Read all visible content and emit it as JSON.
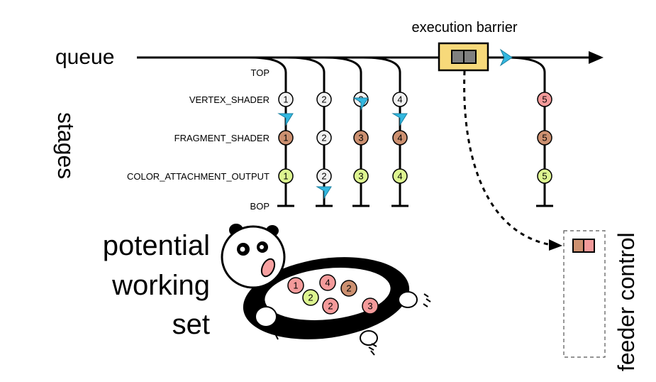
{
  "queue_label": "queue",
  "stages_label": "stages",
  "barrier_label": "execution barrier",
  "feeder_label": "feeder control",
  "working_set": [
    "potential",
    "working",
    "set"
  ],
  "stage_names": [
    "TOP",
    "VERTEX_SHADER",
    "FRAGMENT_SHADER",
    "COLOR_ATTACHMENT_OUTPUT",
    "BOP"
  ],
  "colors": {
    "white": "#f2f2f2",
    "brown": "#cc9070",
    "green": "#ddf590",
    "pink": "#f39a9a",
    "barrier_fill": "#f7d97a",
    "barrier_inner": "#808080",
    "arrow_blue": "#33b8e0",
    "panda_cheek": "#f7a0a0"
  },
  "commands": [
    {
      "id": "1",
      "nodes": [
        "1",
        "1",
        "1"
      ],
      "colors": [
        "white",
        "brown",
        "green"
      ],
      "wait": "VERTEX_SHADER"
    },
    {
      "id": "2",
      "nodes": [
        "2",
        "2",
        "2"
      ],
      "colors": [
        "white",
        "white",
        "white"
      ],
      "wait": "BOP"
    },
    {
      "id": "3",
      "nodes": [
        "3",
        "3",
        "3"
      ],
      "colors": [
        "white",
        "brown",
        "green"
      ],
      "wait": "TOP"
    },
    {
      "id": "4",
      "nodes": [
        "4",
        "4",
        "4"
      ],
      "colors": [
        "white",
        "brown",
        "green"
      ],
      "wait": "VERTEX_SHADER"
    },
    {
      "id": "5",
      "nodes": [
        "5",
        "5",
        "5"
      ],
      "colors": [
        "pink",
        "brown",
        "green"
      ],
      "wait": "none"
    }
  ],
  "working_set_items": [
    {
      "label": "1",
      "color": "pink"
    },
    {
      "label": "2",
      "color": "green"
    },
    {
      "label": "4",
      "color": "pink"
    },
    {
      "label": "2",
      "color": "brown"
    },
    {
      "label": "2",
      "color": "pink"
    },
    {
      "label": "3",
      "color": "pink"
    }
  ]
}
